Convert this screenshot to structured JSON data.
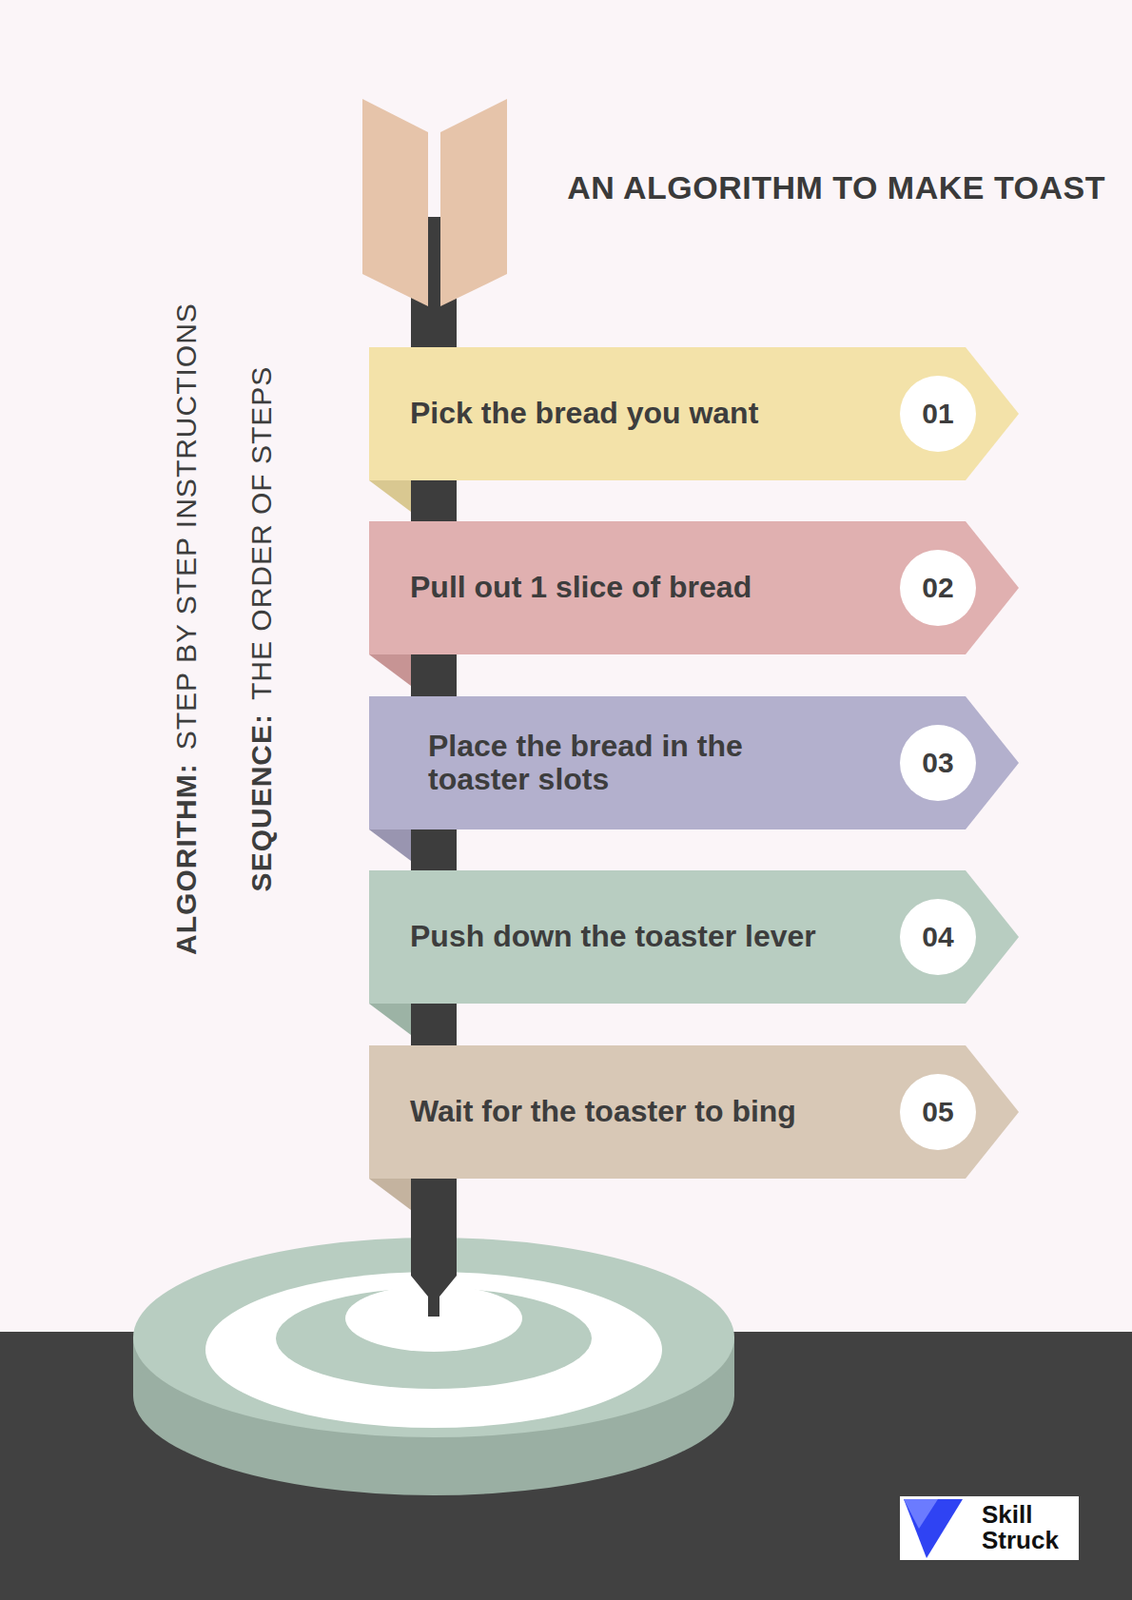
{
  "diagram": {
    "title": "AN ALGORITHM TO MAKE TOAST",
    "nodes": [
      {
        "text": [
          "Pick the bread you want"
        ]
      },
      {
        "text": [
          "01"
        ],
        "in": 0
      },
      {
        "text": [
          "Pull out 1 slice of bread"
        ]
      },
      {
        "text": [
          "02"
        ],
        "in": 2
      },
      {
        "text": [
          "Place the bread in the toaster slots"
        ]
      },
      {
        "text": [
          "03"
        ],
        "in": 4
      },
      {
        "text": [
          "Push down the toaster lever"
        ]
      },
      {
        "text": [
          "04"
        ],
        "in": 6
      },
      {
        "text": [
          "Wait for the toaster to bing"
        ]
      },
      {
        "text": [
          "05"
        ],
        "in": 8
      },
      {
        "text": [
          "Skill Struck"
        ]
      }
    ],
    "labels": [
      "ALGORITHM:",
      "STEP BY STEP INSTRUCTIONS",
      "SEQUENCE:",
      "THE ORDER OF STEPS"
    ]
  }
}
